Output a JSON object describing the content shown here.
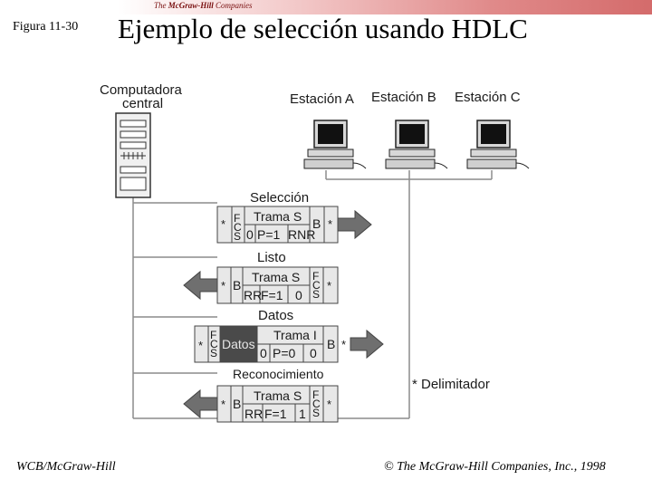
{
  "header": {
    "publisher_prefix": "The",
    "publisher_name": "McGraw-Hill",
    "publisher_suffix": "Companies",
    "figure_label": "Figura 11-30",
    "title": "Ejemplo de selección usando HDLC"
  },
  "diagram": {
    "computer_label_line1": "Computadora",
    "computer_label_line2": "central",
    "stations": [
      "Estación A",
      "Estación B",
      "Estación C"
    ],
    "delimiter_label": "* Delimitador",
    "frames": [
      {
        "section_label": "Selección",
        "direction": "right",
        "title": "Trama S",
        "fields": [
          "*",
          "F C S",
          "0",
          "P=1",
          "RNR",
          "B",
          "*"
        ]
      },
      {
        "section_label": "Listo",
        "direction": "left",
        "title": "Trama S",
        "fields": [
          "*",
          "B",
          "RR",
          "F=1",
          "0",
          "F C S",
          "*"
        ]
      },
      {
        "section_label": "Datos",
        "direction": "right",
        "title": "Trama I",
        "fields": [
          "*",
          "F C S",
          "Datos",
          "0",
          "P=0",
          "0",
          "B",
          "*"
        ]
      },
      {
        "section_label": "Reconocimiento",
        "direction": "left",
        "title": "Trama S",
        "fields": [
          "*",
          "B",
          "RR",
          "F=1",
          "1",
          "F C S",
          "*"
        ]
      }
    ]
  },
  "footer": {
    "left": "WCB/McGraw-Hill",
    "right": "The McGraw-Hill Companies, Inc., 1998",
    "copyright_symbol": "©"
  },
  "colors": {
    "frame_fill": "#e8e8e8",
    "arrow_fill": "#6f6f6f",
    "data_fill": "#4a4a4a",
    "line": "#888888"
  }
}
